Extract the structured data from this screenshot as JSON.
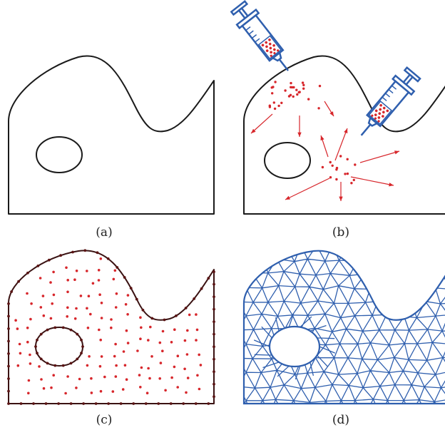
{
  "panels": [
    {
      "id": "a",
      "caption": "(a)"
    },
    {
      "id": "b",
      "caption": "(b)"
    },
    {
      "id": "c",
      "caption": "(c)"
    },
    {
      "id": "d",
      "caption": "(d)"
    }
  ],
  "colors": {
    "outline": "#1a1a1a",
    "particles": "#d7262b",
    "mesh": "#2f5fae",
    "syringe": "#2f5fae"
  },
  "icons": [
    "syringe-icon",
    "syringe-icon"
  ]
}
